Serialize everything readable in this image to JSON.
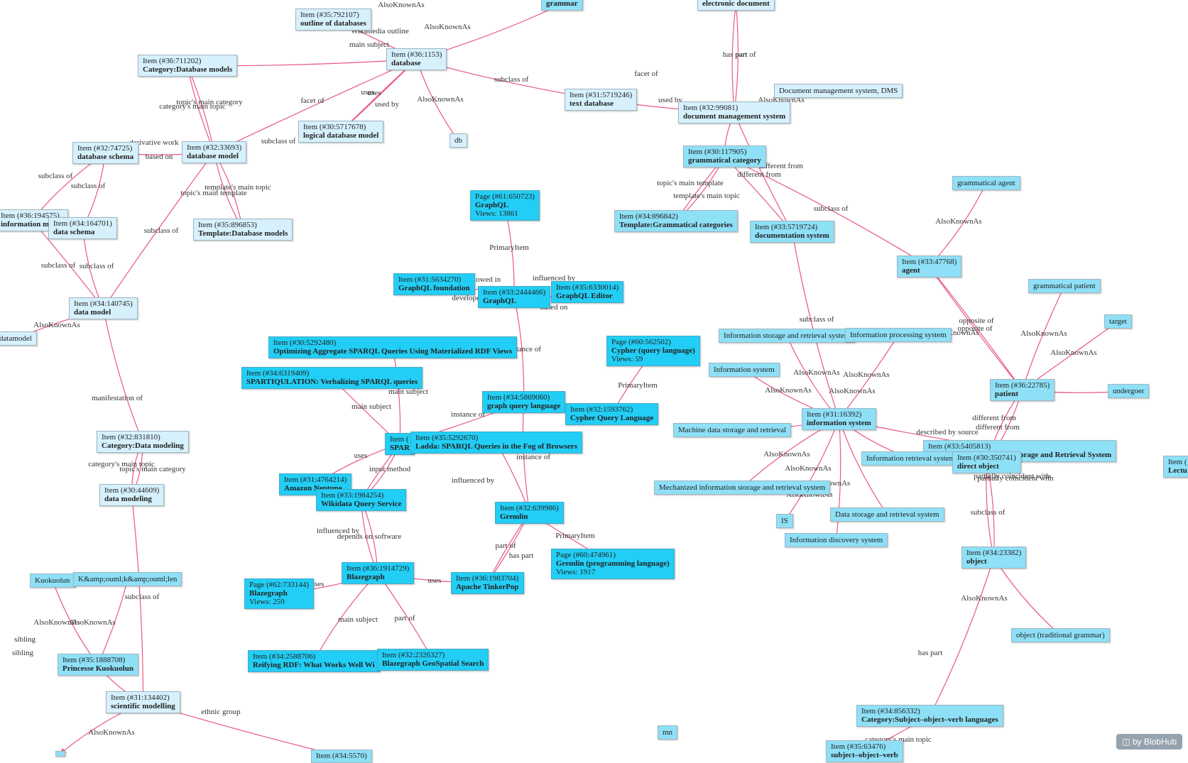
{
  "branding": {
    "text": "by BlobHub",
    "icon": "blobhub-logo-icon"
  },
  "colors": {
    "edge": "#e8578a",
    "level1": "#d6f1fc",
    "level2": "#8ee0f7",
    "level3": "#22cef5"
  },
  "nodes": [
    {
      "key": "outline_db",
      "id": "Item (#35:792107)",
      "label": "outline of databases",
      "level": 1
    },
    {
      "key": "grammar",
      "id": "",
      "label": "grammar",
      "level": 2
    },
    {
      "key": "edoc",
      "id": "",
      "label": "electronic document",
      "level": 1
    },
    {
      "key": "database",
      "id": "Item (#36:1153)",
      "label": "database",
      "level": 1
    },
    {
      "key": "cat_dbmodels",
      "id": "Item (#36:711202)",
      "label": "Category:Database models",
      "level": 1
    },
    {
      "key": "textdb",
      "id": "Item (#31:5719246)",
      "label": "text database",
      "level": 1
    },
    {
      "key": "dms_alias",
      "id": "",
      "label": "Document management system, DMS",
      "level": 1,
      "plain": true
    },
    {
      "key": "dms",
      "id": "Item (#32:99081)",
      "label": "document management system",
      "level": 1
    },
    {
      "key": "logicaldb",
      "id": "Item (#30:5717678)",
      "label": "logical database model",
      "level": 1
    },
    {
      "key": "db_alias",
      "id": "",
      "label": "db",
      "level": 1,
      "plain": true
    },
    {
      "key": "dbschema",
      "id": "Item (#32:74725)",
      "label": "database schema",
      "level": 1
    },
    {
      "key": "dbmodel",
      "id": "Item (#32:33693)",
      "label": "database model",
      "level": 1
    },
    {
      "key": "gramcat",
      "id": "Item (#30:117905)",
      "label": "grammatical category",
      "level": 2
    },
    {
      "key": "gramagent",
      "id": "",
      "label": "grammatical agent",
      "level": 2,
      "plain": true
    },
    {
      "key": "infomodel",
      "id": "Item (#36:194575)",
      "label": "information model",
      "level": 1
    },
    {
      "key": "dataschema",
      "id": "Item (#34:164701)",
      "label": "data schema",
      "level": 1
    },
    {
      "key": "tpl_dbmodels",
      "id": "Item (#35:896853)",
      "label": "Template:Database models",
      "level": 1
    },
    {
      "key": "page_graphql",
      "id": "Page (#61:650723)",
      "label": "GraphQL",
      "sub": "Views: 13861",
      "level": 3
    },
    {
      "key": "tpl_gramcat",
      "id": "Item (#34:896842)",
      "label": "Template:Grammatical categories",
      "level": 2
    },
    {
      "key": "docsys",
      "id": "Item (#33:5719724)",
      "label": "documentation system",
      "level": 2
    },
    {
      "key": "agent",
      "id": "Item (#33:47768)",
      "label": "agent",
      "level": 2
    },
    {
      "key": "gramfound",
      "id": "Item (#31:5634270)",
      "label": "GraphQL foundation",
      "level": 3
    },
    {
      "key": "graphql",
      "id": "Item (#33:2444466)",
      "label": "GraphQL",
      "level": 3
    },
    {
      "key": "graphqleditor",
      "id": "Item (#35:6330014)",
      "label": "GraphQL Editor",
      "level": 3
    },
    {
      "key": "datamodel",
      "id": "Item (#34:140745)",
      "label": "data model",
      "level": 1
    },
    {
      "key": "gram_patient",
      "id": "",
      "label": "grammatical patient",
      "level": 2,
      "plain": true
    },
    {
      "key": "target",
      "id": "",
      "label": "target",
      "level": 2,
      "plain": true
    },
    {
      "key": "datamodel_alias",
      "id": "",
      "label": "datamodel",
      "level": 1,
      "plain": true
    },
    {
      "key": "isrs",
      "id": "",
      "label": "Information storage and retrieval system",
      "level": 2,
      "plain": true
    },
    {
      "key": "ips",
      "id": "",
      "label": "Information processing system",
      "level": 2,
      "plain": true
    },
    {
      "key": "optsparql",
      "id": "Item (#30:5292480)",
      "label": "Optimizing Aggregate SPARQL Queries Using Materialized RDF Views",
      "level": 3
    },
    {
      "key": "page_cypher",
      "id": "Page (#60:562502)",
      "label": "Cypher (query language)",
      "sub": "Views: 59",
      "level": 3
    },
    {
      "key": "infosys_alias",
      "id": "",
      "label": "Information system",
      "level": 2,
      "plain": true
    },
    {
      "key": "sparqtul",
      "id": "Item (#34:6319409)",
      "label": "SPARTIQULATION: Verbalizing SPARQL queries",
      "level": 3
    },
    {
      "key": "patient",
      "id": "Item (#36:22785)",
      "label": "patient",
      "level": 2
    },
    {
      "key": "undergoer",
      "id": "",
      "label": "undergoer",
      "level": 2,
      "plain": true
    },
    {
      "key": "manifest",
      "id": "",
      "label": "",
      "level": 0
    },
    {
      "key": "gql",
      "id": "Item (#34:5869060)",
      "label": "graph query language",
      "level": 3
    },
    {
      "key": "cypherql",
      "id": "Item (#32:1593762)",
      "label": "Cypher Query Language",
      "level": 3
    },
    {
      "key": "infosys",
      "id": "Item (#31:16392)",
      "label": "information system",
      "level": 2
    },
    {
      "key": "mdsr",
      "id": "",
      "label": "Machine data storage and retrieval",
      "level": 2,
      "plain": true
    },
    {
      "key": "cat_datamodel",
      "id": "Item (#32:831810)",
      "label": "Category:Data modeling",
      "level": 1
    },
    {
      "key": "sparql",
      "id": "Item (",
      "label": "SPAR",
      "level": 3
    },
    {
      "key": "ladda",
      "id": "Item (#35:5292670)",
      "label": "Ladda: SPARQL Queries in the Fog of Browsers",
      "level": 3
    },
    {
      "key": "anon_isr",
      "id": "Item (#33:5405813)",
      "label": "Anonymous Information Storage and Retrieval System",
      "level": 2
    },
    {
      "key": "irs",
      "id": "",
      "label": "Information retrieval system",
      "level": 2,
      "plain": true
    },
    {
      "key": "dirobj",
      "id": "Item (#30:350741)",
      "label": "direct object",
      "level": 2
    },
    {
      "key": "lect",
      "id": "Item (",
      "label": "Lectu",
      "level": 2
    },
    {
      "key": "amazon",
      "id": "Item (#31:4764214)",
      "label": "Amazon Neptune",
      "level": 3
    },
    {
      "key": "datamodeling",
      "id": "Item (#30:44609)",
      "label": "data modeling",
      "level": 1
    },
    {
      "key": "wdqs",
      "id": "Item (#33:1984254)",
      "label": "Wikidata Query Service",
      "level": 3
    },
    {
      "key": "misrs",
      "id": "",
      "label": "Mechanized information storage and retrieval system",
      "level": 2,
      "plain": true
    },
    {
      "key": "gremlin",
      "id": "Item (#32:639986)",
      "label": "Gremlin",
      "level": 3
    },
    {
      "key": "is_alias",
      "id": "",
      "label": "IS",
      "level": 2,
      "plain": true
    },
    {
      "key": "dsrs",
      "id": "",
      "label": "Data storage and retrieval system",
      "level": 2,
      "plain": true
    },
    {
      "key": "object",
      "id": "Item (#34:23382)",
      "label": "object",
      "level": 2
    },
    {
      "key": "ids",
      "id": "",
      "label": "Information discovery system",
      "level": 2,
      "plain": true
    },
    {
      "key": "page_gremlin",
      "id": "Page (#60:474961)",
      "label": "Gremlin (programming language)",
      "sub": "Views: 1917",
      "level": 3
    },
    {
      "key": "kuokuolun",
      "id": "",
      "label": "Kuokuolun",
      "level": 2,
      "plain": true
    },
    {
      "key": "kaoulen",
      "id": "",
      "label": "K&amp;ouml;k&amp;ouml;len",
      "level": 2,
      "plain": true
    },
    {
      "key": "blazegraph",
      "id": "Item (#36:1914729)",
      "label": "Blazegraph",
      "level": 3
    },
    {
      "key": "tinkerpop",
      "id": "Item (#36:1983704)",
      "label": "Apache TinkerPop",
      "level": 3
    },
    {
      "key": "page_blaze",
      "id": "Page (#62:733144)",
      "label": "Blazegraph",
      "sub": "Views: 259",
      "level": 3
    },
    {
      "key": "objtrad",
      "id": "",
      "label": "object (traditional grammar)",
      "level": 2,
      "plain": true
    },
    {
      "key": "princess",
      "id": "Item (#35:1888708)",
      "label": "Princesse Kuokuolun",
      "level": 2
    },
    {
      "key": "reifying",
      "id": "Item (#34:2588706)",
      "label": "Reifying RDF: What Works Well Wi",
      "level": 3
    },
    {
      "key": "blazegeo",
      "id": "Item (#32:2326327)",
      "label": "Blazegraph GeoSpatial Search",
      "level": 3
    },
    {
      "key": "scimodel",
      "id": "Item (#31:134402)",
      "label": "scientific modelling",
      "level": 1
    },
    {
      "key": "cat_sov",
      "id": "Item (#34:856332)",
      "label": "Category:Subject–object–verb languages",
      "level": 2
    },
    {
      "key": "mn",
      "id": "",
      "label": "mn",
      "level": 2,
      "plain": true
    },
    {
      "key": "sov",
      "id": "Item (#35:63476)",
      "label": "subject–object–verb",
      "level": 2
    },
    {
      "key": "bottom_left",
      "id": "",
      "label": "",
      "level": 2,
      "plain": true
    },
    {
      "key": "bottom_mid",
      "id": "Item (#34:5570)",
      "label": "",
      "level": 2
    }
  ],
  "edge_labels": [
    "AlsoKnownAs",
    "AlsoKnownAs",
    "Wikimedia outline",
    "main subject",
    "facet of",
    "has part",
    "part of",
    "subclass of",
    "used by",
    "AlsoKnownAs",
    "uses",
    "topic's main category",
    "category's main topic",
    "facet of",
    "uses",
    "used by",
    "AlsoKnownAs",
    "derivative work",
    "subclass of",
    "based on",
    "different from",
    "different from",
    "topic's main template",
    "template's main topic",
    "subclass of",
    "subclass of",
    "subclass of",
    "template's main topic",
    "topic's main template",
    "AlsoKnownAs",
    "subclass of",
    "subclass of",
    "subclass of",
    "PrimaryItem",
    "followed in",
    "developer",
    "influenced by",
    "based on",
    "AlsoKnownAs",
    "opposite of",
    "opposite of",
    "AlsoKnownAs",
    "AlsoKnownAs",
    "subclass of",
    "instance of",
    "AlsoKnownAs",
    "AlsoKnownAs",
    "AlsoKnownAs",
    "AlsoKnownAs",
    "PrimaryItem",
    "main subject",
    "main subject",
    "instance of",
    "manifestation of",
    "AlsoKnownAs",
    "described by source",
    "different from",
    "different from",
    "instance of",
    "category's main topic",
    "topic's main category",
    "uses",
    "input method",
    "influenced by",
    "AlsoKnownAs",
    "partially coincident with",
    "partially coincident with",
    "AlsoKnownAs",
    "AlsoKnownAs",
    "KnownAs",
    "uses",
    "influenced by",
    "depends on software",
    "subclass of",
    "PrimaryItem",
    "part of",
    "has part",
    "PrimaryItem",
    "uses",
    "subclass of",
    "AlsoKnownAs",
    "AlsoKnownAs",
    "AlsoKnownAs",
    "sibling",
    "sibling",
    "main subject",
    "part of",
    "has part",
    "ethnic group",
    "AlsoKnownAs",
    "category's main topic"
  ]
}
